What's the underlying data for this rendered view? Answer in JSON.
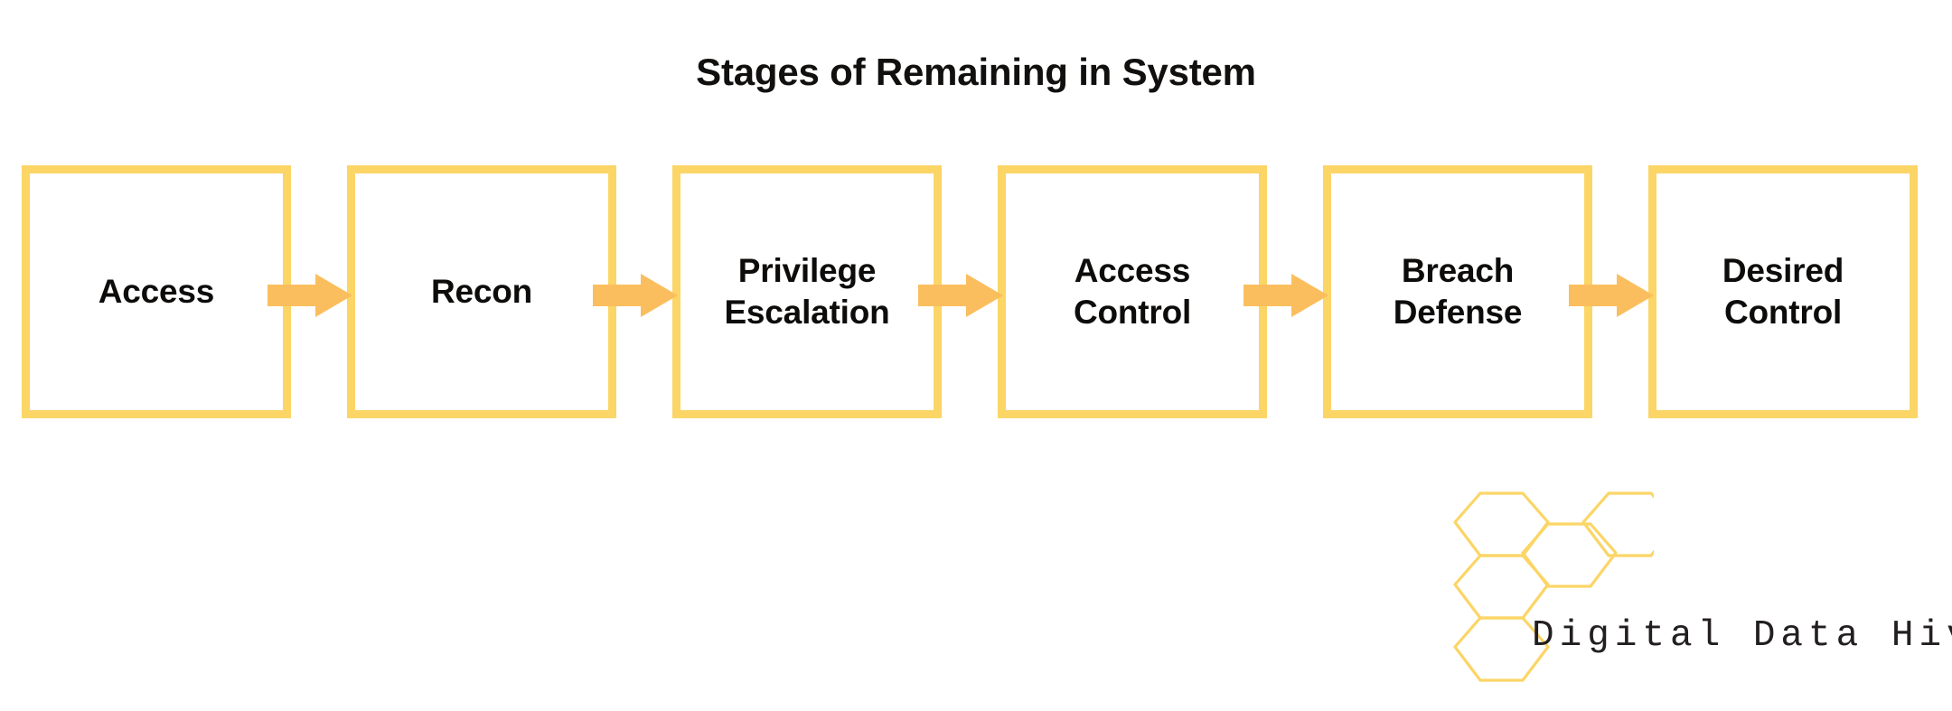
{
  "page": {
    "background_color": "#ffffff",
    "title": "Stages of Remaining in System"
  },
  "theme": {
    "box_border_color": "#fbd566",
    "arrow_color": "#fbbe5e",
    "text_color": "#0d0c0b",
    "logo_hex_color": "#fbd566",
    "logo_text_color": "#231f20"
  },
  "flow": {
    "stages": [
      {
        "label": "Access"
      },
      {
        "label": "Recon"
      },
      {
        "label": "Privilege\nEscalation"
      },
      {
        "label": "Access\nControl"
      },
      {
        "label": "Breach\nDefense"
      },
      {
        "label": "Desired\nControl"
      }
    ],
    "connectors": [
      {
        "name": "arrow-access-to-recon",
        "direction": "right"
      },
      {
        "name": "arrow-recon-to-privilege-escalation",
        "direction": "right"
      },
      {
        "name": "arrow-privilege-escalation-to-access-control",
        "direction": "right"
      },
      {
        "name": "arrow-access-control-to-breach-defense",
        "direction": "right"
      },
      {
        "name": "arrow-breach-defense-to-desired-control",
        "direction": "right"
      }
    ]
  },
  "logo": {
    "wordmark": "Digital Data Hive",
    "icon_name": "hexagon-honeycomb-icon",
    "hexagon_count": 4
  }
}
